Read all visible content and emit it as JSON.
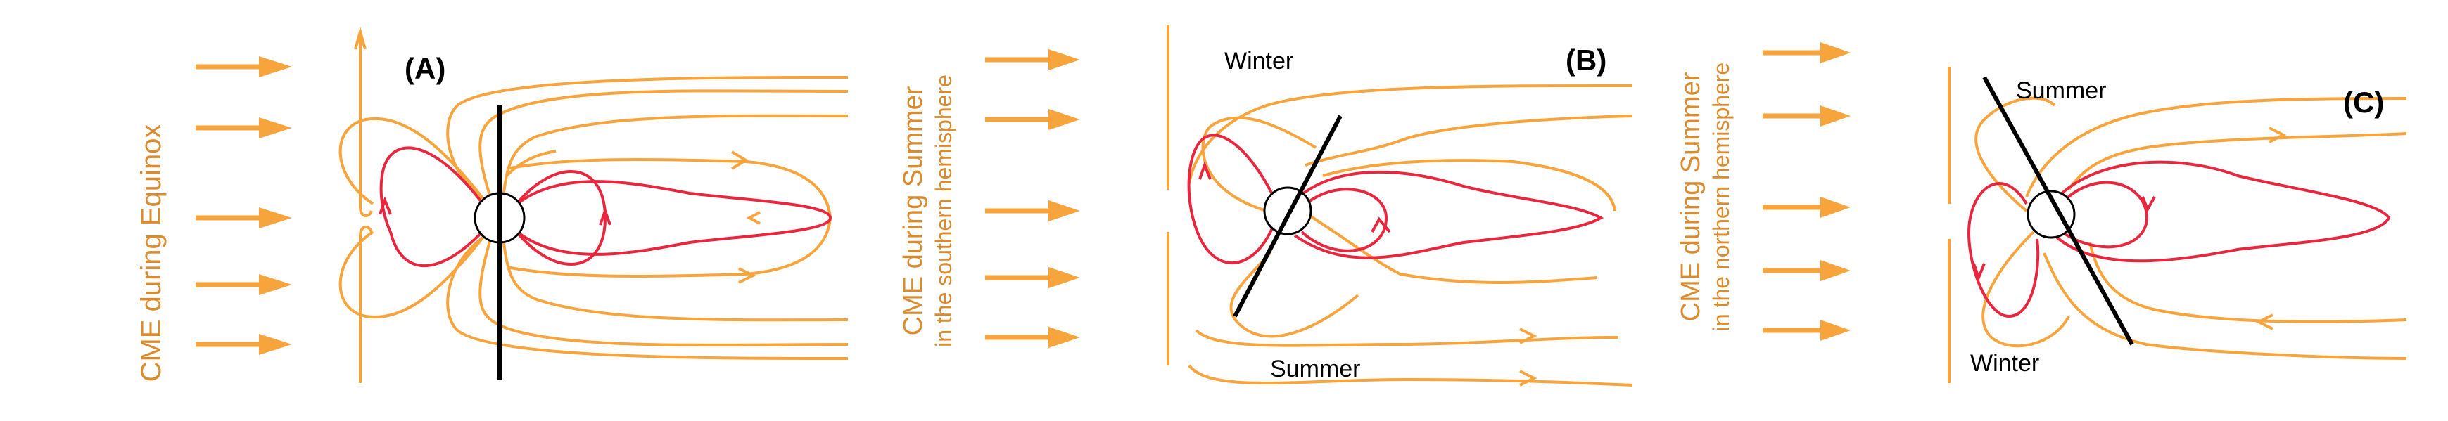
{
  "colors": {
    "solar_wind": "#F7A43C",
    "field_lines": "#F7A43C",
    "closed_loops": "#E8263E",
    "axis": "#000000",
    "text": "#000000",
    "side_label": "#D98B2E"
  },
  "panels": [
    {
      "id": "A",
      "label": "(A)",
      "side_label": [
        "CME during Equinox"
      ],
      "season_top": "",
      "season_bottom": ""
    },
    {
      "id": "B",
      "label": "(B)",
      "side_label": [
        "CME during Summer",
        "in the southern hemisphere"
      ],
      "season_top": "Winter",
      "season_bottom": "Summer"
    },
    {
      "id": "C",
      "label": "(C)",
      "side_label": [
        "CME during Summer",
        "in the northern hemisphere"
      ],
      "season_top": "Summer",
      "season_bottom": "Winter"
    }
  ]
}
